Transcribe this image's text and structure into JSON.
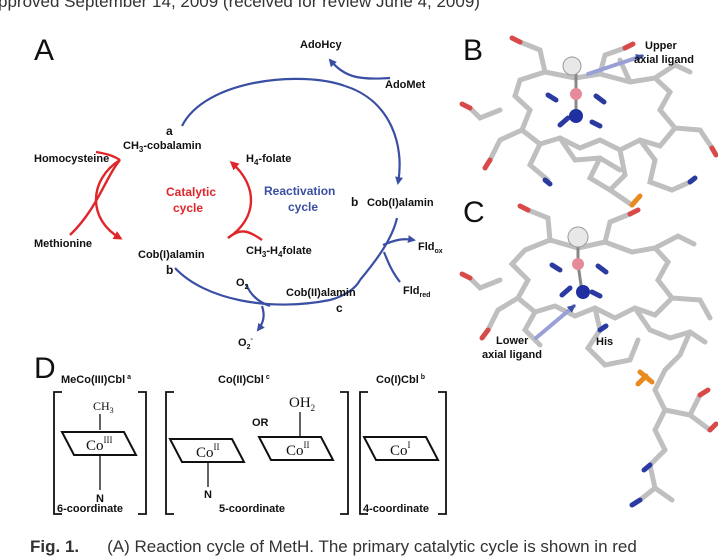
{
  "header_text": "pproved September 14, 2009 (received for review June 4, 2009)",
  "caption": {
    "label": "Fig. 1.",
    "text": "(A) Reaction cycle of MetH. The primary catalytic cycle is shown in red"
  },
  "panel_a": {
    "letter": "A",
    "adohcy": "AdoHcy",
    "adomet": "AdoMet",
    "label_a": "a",
    "ch3_cobalamin": "CH3-cobalamin",
    "homocysteine": "Homocysteine",
    "methionine": "Methionine",
    "h4_folate": "H4-folate",
    "ch3_h4folate": "CH3-H4folate",
    "cobi_alamin_left": "Cob(I)alamin",
    "label_b_left": "b",
    "catalytic_line1": "Catalytic",
    "catalytic_line2": "cycle",
    "reactivation_line1": "Reactivation",
    "reactivation_line2": "cycle",
    "label_b_right": "b",
    "cobi_alamin_right": "Cob(I)alamin",
    "fld_ox": "Fldox",
    "fld_red": "Fldred",
    "o2": "O2",
    "o2_minus": "O2-",
    "cobii_alamin": "Cob(II)alamin",
    "label_c": "c",
    "colors": {
      "catalytic": "#e0262a",
      "reactivation": "#3a4fa3"
    }
  },
  "panel_b": {
    "letter": "B",
    "upper_line1": "Upper",
    "upper_line2": "axial ligand"
  },
  "panel_c": {
    "letter": "C",
    "lower_line1": "Lower",
    "lower_line2": "axial ligand",
    "his": "His"
  },
  "panel_d": {
    "letter": "D",
    "box1_title": "MeCo(III)Cbl",
    "box1_sup": "a",
    "box1_ligand": "CH3",
    "box1_metal": "CoIII",
    "box1_axial": "N",
    "box1_coord": "6-coordinate",
    "box2_title": "Co(II)Cbl",
    "box2_sup": "c",
    "box2_metal_left": "CoII",
    "box2_axial": "N",
    "box2_or": "OR",
    "box2_ligand": "OH2",
    "box2_metal_right": "CoII",
    "box2_coord": "5-coordinate",
    "box3_title": "Co(I)Cbl",
    "box3_sup": "b",
    "box3_metal": "CoI",
    "box3_coord": "4-coordinate"
  }
}
